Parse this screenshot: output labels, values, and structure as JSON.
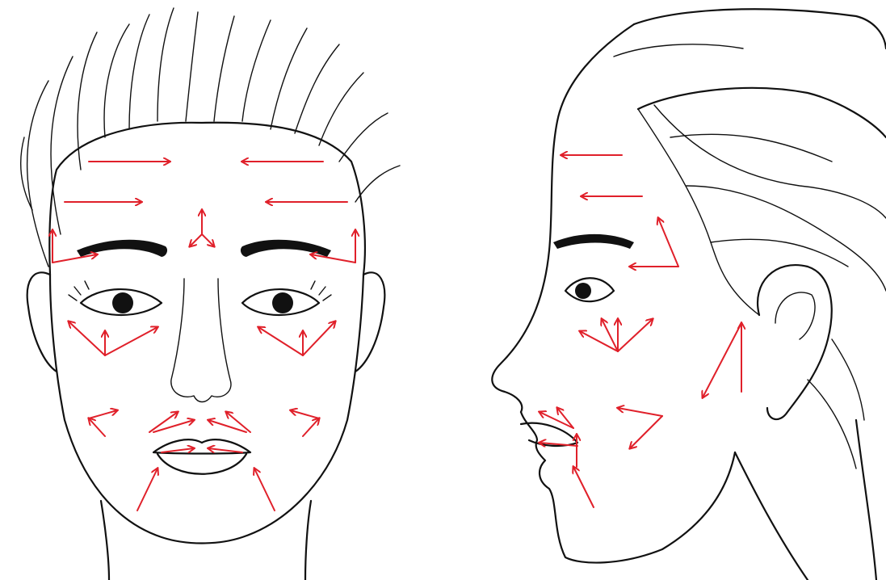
{
  "colors": {
    "background": "#ffffff",
    "line_art": "#111111",
    "arrows": "#e0202a"
  },
  "diagram": {
    "views": [
      {
        "name": "front-face",
        "arrow_count": 31
      },
      {
        "name": "profile-face",
        "arrow_count": 17
      }
    ]
  }
}
